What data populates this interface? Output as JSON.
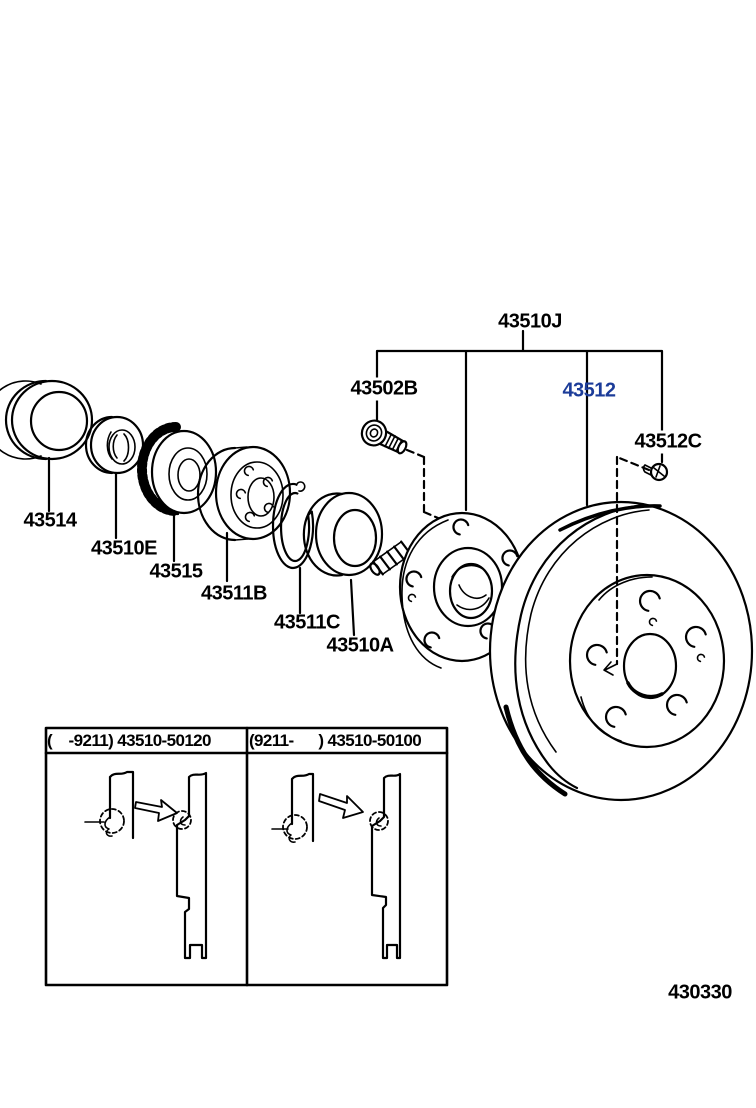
{
  "parts": {
    "p43510J": {
      "label": "43510J"
    },
    "p43502B": {
      "label": "43502B"
    },
    "p43512": {
      "label": "43512",
      "highlighted": true
    },
    "p43512C": {
      "label": "43512C"
    },
    "p43514": {
      "label": "43514"
    },
    "p43510E": {
      "label": "43510E"
    },
    "p43515": {
      "label": "43515"
    },
    "p43511B": {
      "label": "43511B"
    },
    "p43511C": {
      "label": "43511C"
    },
    "p43510A": {
      "label": "43510A"
    }
  },
  "inset": {
    "left_header": "(    -9211) 43510-50120",
    "right_header": "(9211-      ) 43510-50100"
  },
  "figure_code": "430330",
  "colors": {
    "highlight_bg": "#7CA6EE",
    "highlight_text": "#1C3C99",
    "line": "#000000",
    "background": "#FFFFFF"
  }
}
